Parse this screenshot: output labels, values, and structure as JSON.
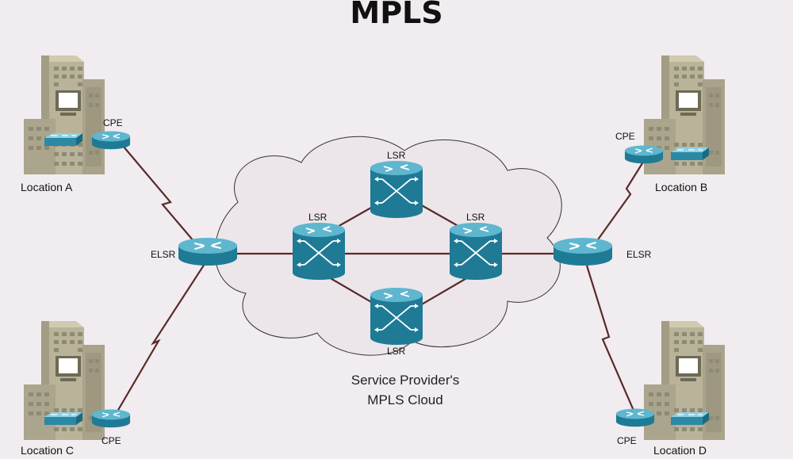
{
  "title": "MPLS",
  "cloud": {
    "line1": "Service Provider's",
    "line2": "MPLS Cloud"
  },
  "labels": {
    "cpe": "CPE",
    "elsr": "ELSR",
    "lsr": "LSR",
    "location_a": "Location A",
    "location_b": "Location B",
    "location_c": "Location C",
    "location_d": "Location D"
  },
  "colors": {
    "background": "#f1ecef",
    "router": "#2c89a4",
    "building": "#b4af96",
    "link": "#5a2a2a"
  }
}
